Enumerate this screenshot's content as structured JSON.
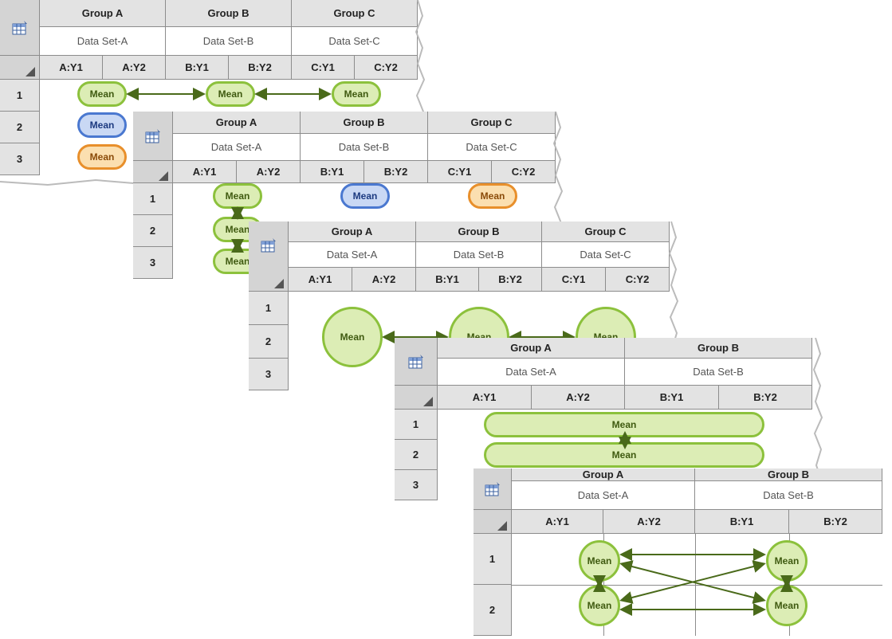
{
  "icon": "table-icon",
  "corner_icon": "corner-triangle-icon",
  "colors": {
    "green": "#8cc13c",
    "blue": "#4a78d0",
    "orange": "#e88f2b",
    "arrow": "#4a6a1a"
  },
  "panel1": {
    "groups": [
      "Group A",
      "Group B",
      "Group C"
    ],
    "datasets": [
      "Data Set-A",
      "Data Set-B",
      "Data Set-C"
    ],
    "columns": [
      "A:Y1",
      "A:Y2",
      "B:Y1",
      "B:Y2",
      "C:Y1",
      "C:Y2"
    ],
    "rows": [
      "1",
      "2",
      "3"
    ],
    "pills": [
      "Mean",
      "Mean",
      "Mean",
      "Mean",
      "Mean"
    ]
  },
  "panel2": {
    "groups": [
      "Group A",
      "Group B",
      "Group C"
    ],
    "datasets": [
      "Data Set-A",
      "Data Set-B",
      "Data Set-C"
    ],
    "columns": [
      "A:Y1",
      "A:Y2",
      "B:Y1",
      "B:Y2",
      "C:Y1",
      "C:Y2"
    ],
    "rows": [
      "1",
      "2",
      "3"
    ],
    "pills": [
      "Mean",
      "Mean",
      "Mean",
      "Mean",
      "Mean"
    ]
  },
  "panel3": {
    "groups": [
      "Group A",
      "Group B",
      "Group C"
    ],
    "datasets": [
      "Data Set-A",
      "Data Set-B",
      "Data Set-C"
    ],
    "columns": [
      "A:Y1",
      "A:Y2",
      "B:Y1",
      "B:Y2",
      "C:Y1",
      "C:Y2"
    ],
    "rows": [
      "1",
      "2",
      "3"
    ],
    "pills": [
      "Mean",
      "Mean",
      "Mean"
    ]
  },
  "panel4": {
    "groups": [
      "Group A",
      "Group B"
    ],
    "datasets": [
      "Data Set-A",
      "Data Set-B"
    ],
    "columns": [
      "A:Y1",
      "A:Y2",
      "B:Y1",
      "B:Y2"
    ],
    "rows": [
      "1",
      "2",
      "3"
    ],
    "pills": [
      "Mean",
      "Mean"
    ]
  },
  "panel5": {
    "groups": [
      "Group A",
      "Group B"
    ],
    "datasets": [
      "Data Set-A",
      "Data Set-B"
    ],
    "columns": [
      "A:Y1",
      "A:Y2",
      "B:Y1",
      "B:Y2"
    ],
    "rows": [
      "1",
      "2"
    ],
    "pills": [
      "Mean",
      "Mean",
      "Mean",
      "Mean"
    ]
  }
}
